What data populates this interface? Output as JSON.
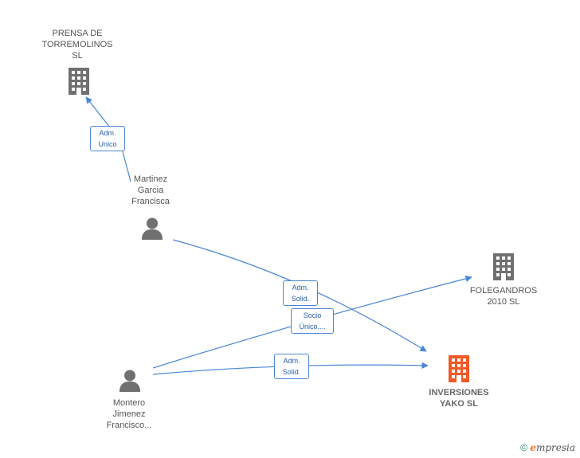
{
  "nodes": {
    "prensa": {
      "lines": [
        "PRENSA DE",
        "TORREMOLINOS",
        "SL"
      ],
      "icon": "building-icon",
      "color": "#707070"
    },
    "martinez": {
      "lines": [
        "Martinez",
        "Garcia",
        "Francisca"
      ],
      "icon": "person-icon",
      "color": "#707070"
    },
    "folegandros": {
      "lines": [
        "FOLEGANDROS",
        "2010 SL"
      ],
      "icon": "building-icon",
      "color": "#707070"
    },
    "inversiones": {
      "lines": [
        "INVERSIONES",
        "YAKO SL"
      ],
      "icon": "building-icon",
      "color": "#f05a28"
    },
    "montero": {
      "lines": [
        "Montero",
        "Jimenez",
        "Francisco..."
      ],
      "icon": "person-icon",
      "color": "#707070"
    }
  },
  "edges": {
    "adm_unico": {
      "lines": [
        "Adm.",
        "Unico"
      ]
    },
    "adm_solid_1": {
      "lines": [
        "Adm.",
        "Solid."
      ]
    },
    "socio_unico": {
      "lines": [
        "Socio",
        "Único,..."
      ]
    },
    "adm_solid_2": {
      "lines": [
        "Adm.",
        "Solid."
      ]
    }
  },
  "edge_color": "#4a86d6",
  "watermark": {
    "copyright": "©",
    "brand_e": "e",
    "brand_rest": "mpresia"
  }
}
